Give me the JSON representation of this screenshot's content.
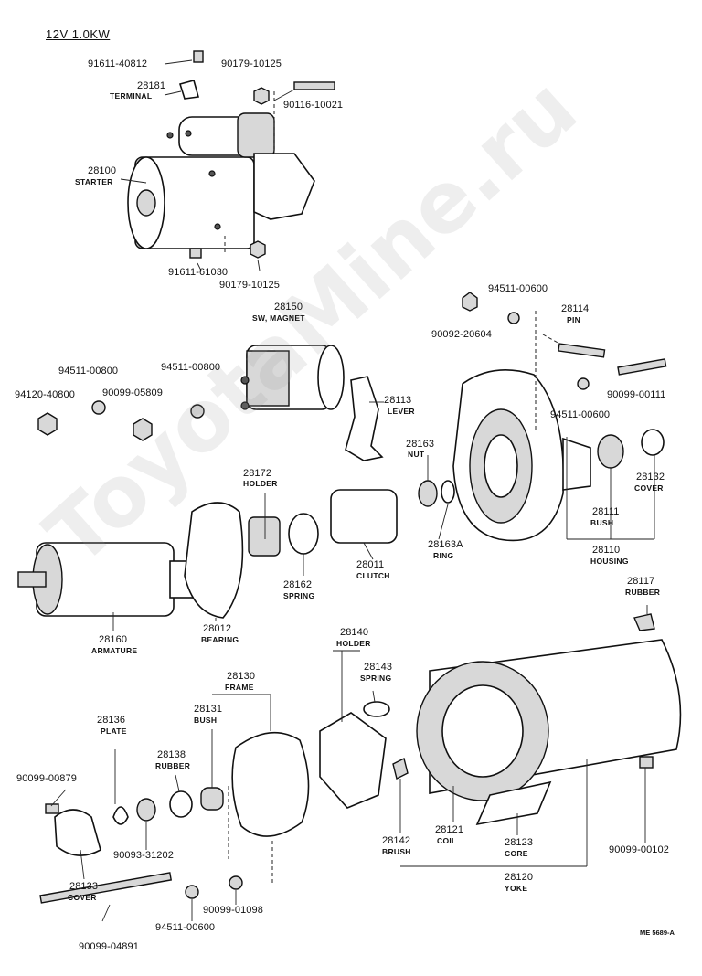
{
  "header": {
    "title": "12V  1.0KW"
  },
  "reference": "ME 5689-A",
  "watermark": "ToyotaMine.ru",
  "parts": {
    "p91611_40812": "91611-40812",
    "p90179_10125_a": "90179-10125",
    "p28181": "28181",
    "terminal": "TERMINAL",
    "p90116_10021": "90116-10021",
    "p28100": "28100",
    "starter": "STARTER",
    "p91611_61030": "91611-61030",
    "p90179_10125_b": "90179-10125",
    "p94511_00600_a": "94511-00600",
    "p90092_20604": "90092-20604",
    "p28114": "28114",
    "pin": "PIN",
    "p28150": "28150",
    "sw_magnet": "SW, MAGNET",
    "p94511_00800_a": "94511-00800",
    "p94511_00800_b": "94511-00800",
    "p94120_40800": "94120-40800",
    "p90099_05809": "90099-05809",
    "p28113": "28113",
    "lever": "LEVER",
    "p94511_00600_b": "94511-00600",
    "p90099_00111": "90099-00111",
    "p28163": "28163",
    "nut": "NUT",
    "p28172": "28172",
    "holder_a": "HOLDER",
    "p28132": "28132",
    "cover_a": "COVER",
    "p28111": "28111",
    "bush_a": "BUSH",
    "p28163a": "28163A",
    "ring": "RING",
    "p28011": "28011",
    "clutch": "CLUTCH",
    "p28110": "28110",
    "housing": "HOUSING",
    "p28162": "28162",
    "spring_a": "SPRING",
    "p28012": "28012",
    "bearing": "BEARING",
    "p28160": "28160",
    "armature": "ARMATURE",
    "p28117": "28117",
    "rubber_a": "RUBBER",
    "p28140": "28140",
    "holder_b": "HOLDER",
    "p28143": "28143",
    "spring_b": "SPRING",
    "p28130": "28130",
    "frame": "FRAME",
    "p28131": "28131",
    "bush_b": "BUSH",
    "p28136": "28136",
    "plate": "PLATE",
    "p28138": "28138",
    "rubber_b": "RUBBER",
    "p90099_00879": "90099-00879",
    "p90093_31202": "90093-31202",
    "p28133": "28133",
    "cover_b": "COVER",
    "p90099_01098": "90099-01098",
    "p94511_00600_c": "94511-00600",
    "p90099_04891": "90099-04891",
    "p28142": "28142",
    "brush": "BRUSH",
    "p28121": "28121",
    "coil": "COIL",
    "p28123": "28123",
    "core": "CORE",
    "p28120": "28120",
    "yoke": "YOKE",
    "p90099_00102": "90099-00102"
  }
}
